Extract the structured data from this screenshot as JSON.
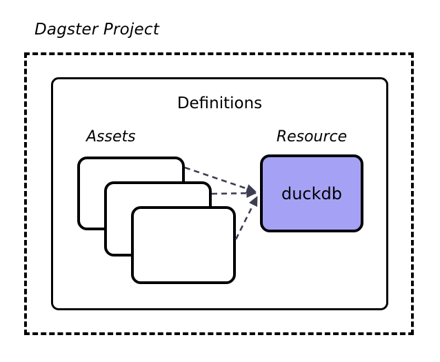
{
  "diagram": {
    "title": "Dagster Project",
    "background_color": "#ffffff",
    "boundary": {
      "name": "Dagster Project",
      "style": "dashed",
      "color": "#000000"
    },
    "definitions": {
      "label": "Definitions",
      "style": "solid",
      "color": "#000000"
    },
    "assets": {
      "label": "Assets",
      "card_count": 3,
      "cards": [
        {
          "label": ""
        },
        {
          "label": ""
        },
        {
          "label": ""
        }
      ]
    },
    "resource": {
      "label": "Resource",
      "name": "duckdb",
      "fill_color": "#a5a2f5",
      "border_color": "#000000"
    },
    "connectors": {
      "count": 3,
      "style": "dashed",
      "color": "#3d3d52",
      "arrowhead": true,
      "description": "Each asset connects to the duckdb resource"
    }
  }
}
